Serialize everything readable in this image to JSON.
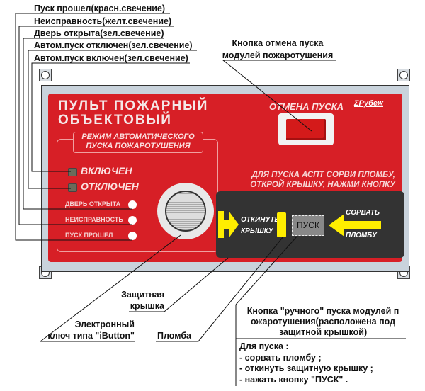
{
  "callouts_left": [
    "Пуск прошел(красн.свечение)",
    "Неисправность(желт.свечение)",
    "Дверь открыта(зел.свечение)",
    "Автом.пуск отключен(зел.свечение)",
    "Автом.пуск включен(зел.свечение)"
  ],
  "callout_cancel": [
    "Кнопка отмена пуска",
    "модулей пожаротушения"
  ],
  "panel": {
    "title": [
      "ПУЛЬТ ПОЖАРНЫЙ",
      "ОБЪЕКТОВЫЙ"
    ],
    "cancel_label": "ОТМЕНА ПУСКА",
    "brand": "Рубеж",
    "mode_label": [
      "РЕЖИМ АВТОМАТИЧЕСКОГО",
      "ПУСКА ПОЖАРОТУШЕНИЯ"
    ],
    "on": "ВКЛЮЧЕН",
    "off": "ОТКЛЮЧЕН",
    "door": "ДВЕРЬ ОТКРЫТА",
    "fault": "НЕИСПРАВНОСТЬ",
    "started": "ПУСК ПРОШЁЛ",
    "instruction": [
      "ДЛЯ ПУСКА АСПТ СОРВИ ПЛОМБУ,",
      "ОТКРОЙ КРЫШКУ, НАЖМИ КНОПКУ"
    ],
    "flip": [
      "ОТКИНУТЬ",
      "КРЫШКУ"
    ],
    "start_button": "ПУСК",
    "tear": [
      "СОРВАТЬ",
      "ПЛОМБУ"
    ],
    "colors": {
      "panel": "#d71f26",
      "cover": "#333333",
      "arrow": "#ffee00"
    }
  },
  "callouts_bottom": {
    "cover": [
      "Защитная",
      "крышка"
    ],
    "ibutton": [
      "Электронный",
      "ключ типа \"iButton\""
    ],
    "seal": "Пломба",
    "manual": [
      "Кнопка \"ручного\" пуска модулей п",
      "ожаротушения(расположена под",
      "защитной крышкой)"
    ],
    "steps": [
      "Для пуска :",
      "- сорвать пломбу ;",
      "- откинуть защитную крышку ;",
      "- нажать кнопку \"ПУСК\" ."
    ]
  }
}
